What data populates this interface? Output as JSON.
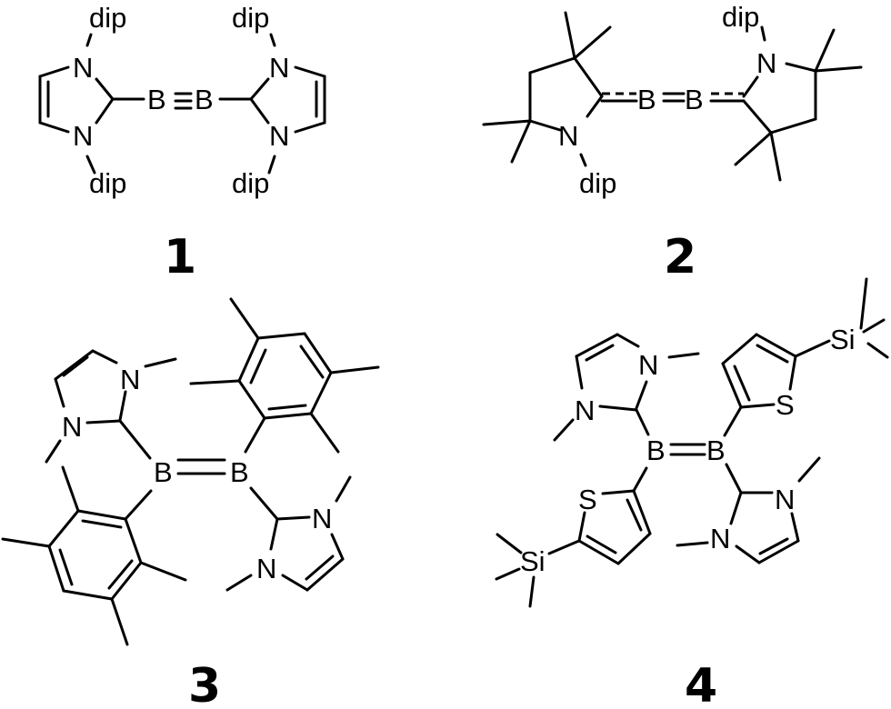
{
  "figure": {
    "title": "",
    "compounds": [
      {
        "id": "1",
        "label": "1",
        "atoms": [
          "N",
          "N",
          "N",
          "N",
          "B",
          "B"
        ],
        "substituent_labels": [
          "dip",
          "dip",
          "dip",
          "dip"
        ],
        "bb_bond": "triple"
      },
      {
        "id": "2",
        "label": "2",
        "atoms": [
          "N",
          "N",
          "B",
          "B"
        ],
        "substituent_labels": [
          "dip",
          "dip"
        ],
        "bb_bond": "double",
        "cb_bond": "partial (dashed)"
      },
      {
        "id": "3",
        "label": "3",
        "atoms": [
          "N",
          "N",
          "N",
          "N",
          "B",
          "B"
        ],
        "substituent_labels": [],
        "bb_bond": "double"
      },
      {
        "id": "4",
        "label": "4",
        "atoms": [
          "N",
          "N",
          "N",
          "N",
          "S",
          "S",
          "Si",
          "Si",
          "B",
          "B"
        ],
        "substituent_labels": [],
        "bb_bond": "double"
      }
    ]
  },
  "text": {
    "dip": "dip",
    "N": "N",
    "B": "B",
    "S": "S",
    "Si": "Si",
    "c1": "1",
    "c2": "2",
    "c3": "3",
    "c4": "4"
  }
}
